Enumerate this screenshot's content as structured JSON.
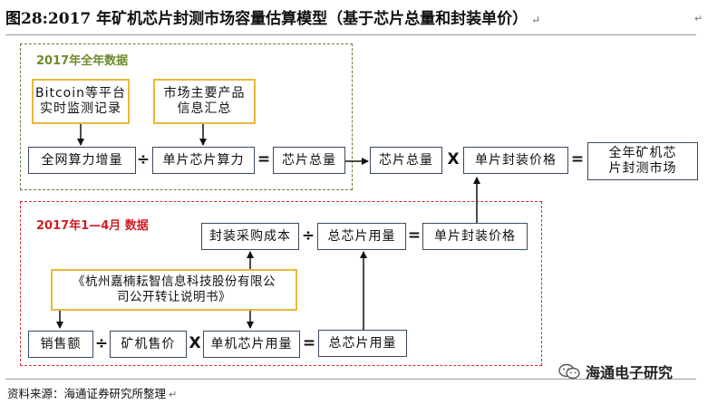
{
  "title": "图28:2017 年矿机芯片封测市场容量估算模型（基于芯片总量和封装单价）",
  "return_mark": "↵",
  "regions": {
    "top_label": "2017年全年数据",
    "bottom_label": "2017年1—4月 数据"
  },
  "boxes": {
    "bitcoin": "Bitcoin等平台\n实时监测记录",
    "market_products": "市场主要产品\n信息汇总",
    "hashrate_increase": "全网算力增量",
    "single_chip_hash": "单片芯片算力",
    "total_chips_1": "芯片总量",
    "total_chips_2": "芯片总量",
    "unit_pack_price_top": "单片封装价格",
    "market_total": "全年矿机芯\n片封测市场",
    "pack_cost": "封装采购成本",
    "total_chip_usage_1": "总芯片用量",
    "unit_pack_price_bottom": "单片封装价格",
    "prospectus": "《杭州嘉楠耘智信息科技股份有限公\n司公开转让说明书》",
    "sales": "销售额",
    "miner_price": "矿机售价",
    "chips_per_miner": "单机芯片用量",
    "total_chip_usage_2": "总芯片用量"
  },
  "operators": {
    "div": "÷",
    "eq": "=",
    "mul": "X"
  },
  "footer": {
    "source": "资料来源：海通证券研究所整理",
    "brand": "海通电子研究"
  },
  "colors": {
    "green_dash": "#6b7a3d",
    "red_dash": "#d8292b",
    "box_border": "#3a4a60",
    "highlight_border": "#e7b83a"
  }
}
